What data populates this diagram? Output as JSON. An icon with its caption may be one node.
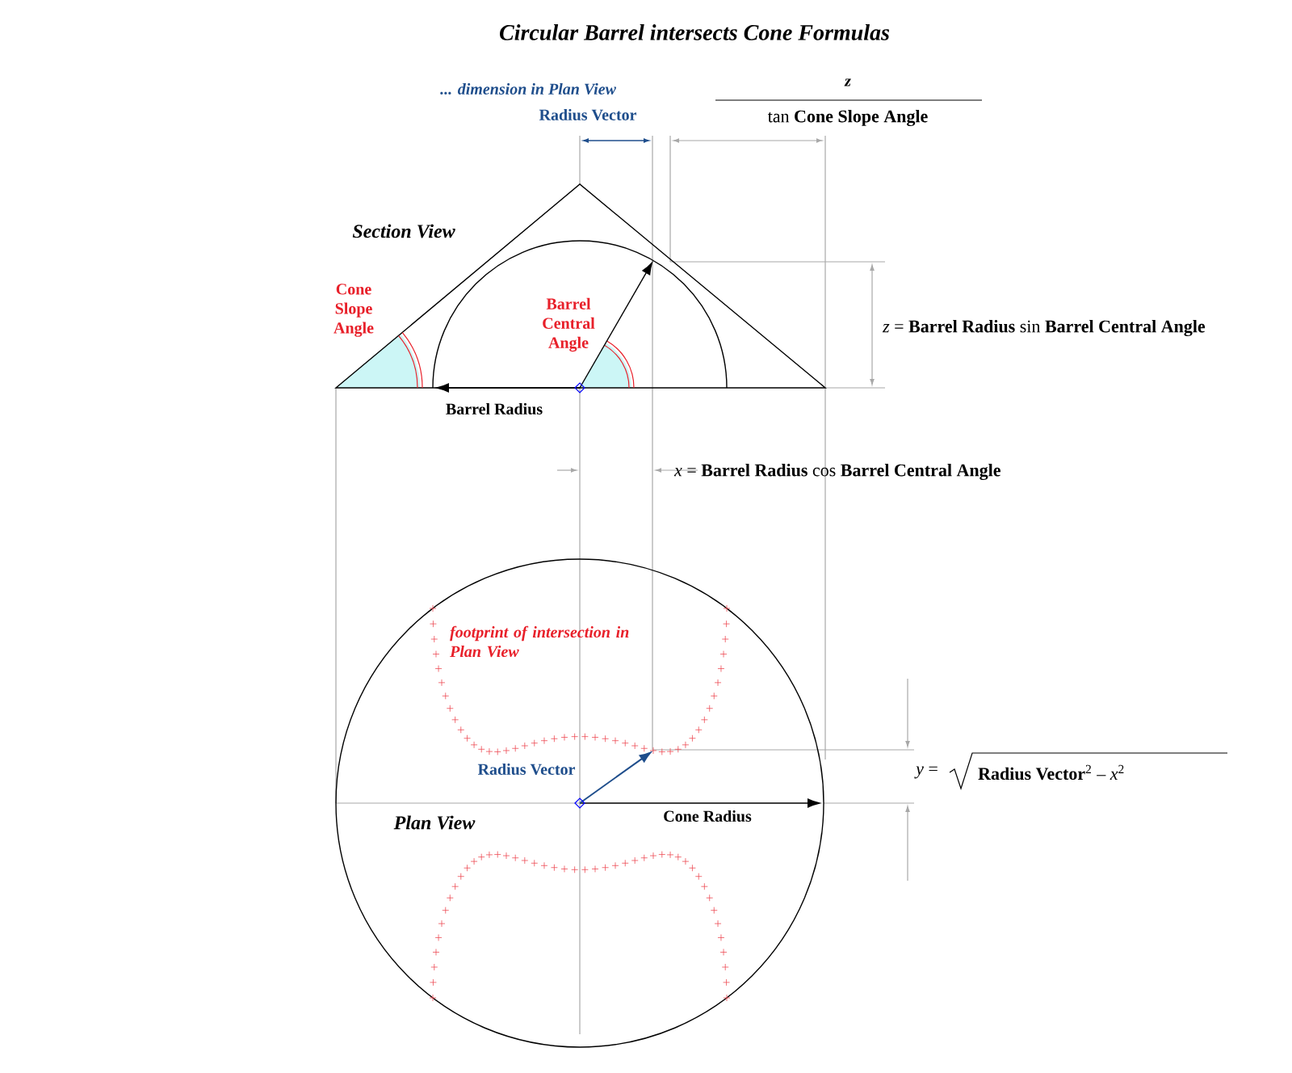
{
  "diagram": {
    "title": "Circular Barrel intersects Cone Formulas",
    "labels": [
      "... dimension in Plan View",
      "Radius Vector",
      "*z*",
      "tan **Cone Slope Angle**",
      "Section View",
      "Cone Slope Angle",
      "Barrel Central Angle",
      "*z* = **Barrel Radius** sin **Barrel Central Angle**",
      "Barrel Radius",
      "*x* = **Barrel Radius** cos **Barrel Central Angle**",
      "footprint of intersection in Plan View",
      "Radius Vector",
      "*y* =",
      "**Radius Vector**$^{2}$ – *x*$^{2}$",
      "Cone Radius",
      "Plan View"
    ]
  }
}
